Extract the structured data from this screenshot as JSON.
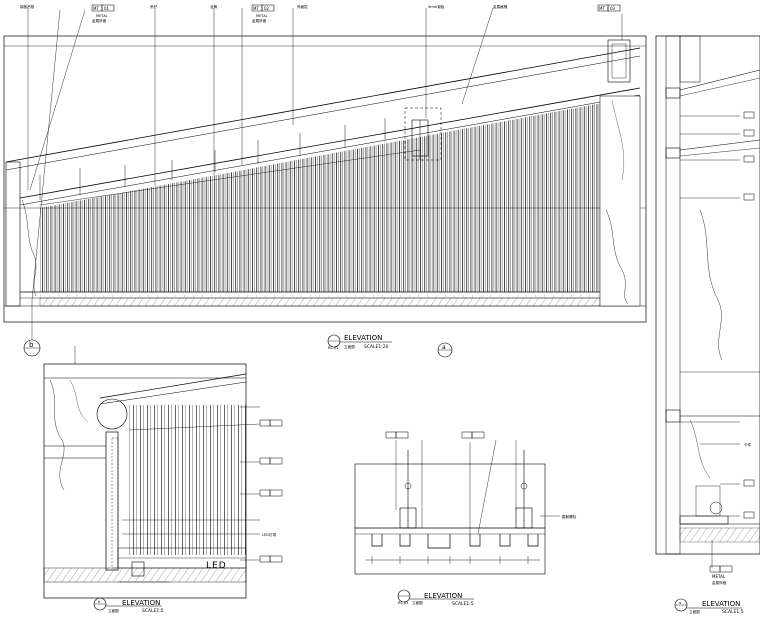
{
  "views": {
    "main": {
      "title": "ELEVATION",
      "scale": "SCALE1:20",
      "code": "RL-01",
      "sub": "立面图",
      "section_left": "b",
      "section_right": "a"
    },
    "detail_left": {
      "title": "ELEVATION",
      "scale": "SCALE1:5",
      "code": "b",
      "sub": "立面图",
      "led": "LED"
    },
    "detail_mid": {
      "title": "ELEVATION",
      "scale": "SCALE1:5",
      "code": "RL-01",
      "sub": "立面图"
    },
    "detail_right": {
      "title": "ELEVATION",
      "scale": "SCALE1:5",
      "code": "a",
      "sub": "立面图"
    }
  },
  "material_tags": {
    "mt01": {
      "code": "MT",
      "num": "01",
      "desc1": "METAL",
      "desc2": "金属饰面"
    },
    "mt02": {
      "code": "MT",
      "num": "02",
      "desc1": "METAL",
      "desc2": "金属饰面"
    },
    "mt03": {
      "code": "MT",
      "num": "03",
      "desc1": "METAL",
      "desc2": "金属饰面"
    }
  },
  "callouts": {
    "c1": "钢板吊筋",
    "c2": "吊杆",
    "c3": "龙骨",
    "c4": "饰面层",
    "c5": "5mm钢板",
    "c6": "金属格栅",
    "c7": "LED灯带",
    "c8": "膨胀螺栓",
    "c9": "卡件"
  },
  "colors": {
    "line": "#000000",
    "background": "#ffffff"
  }
}
